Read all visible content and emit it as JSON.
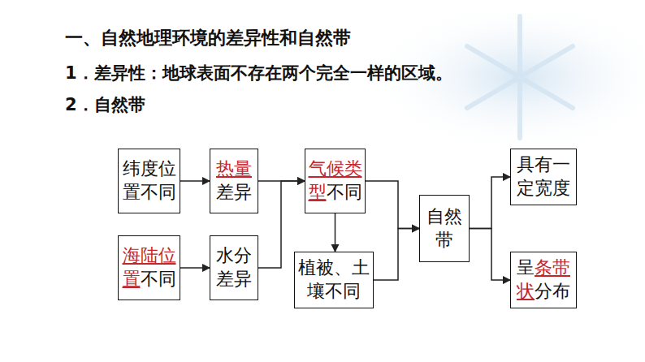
{
  "diagram": {
    "title": "一、自然地理环境的差异性和自然带",
    "nodes": [
      {
        "text": [
          "纬度位置不同"
        ]
      },
      {
        "text": [
          "热量",
          "差异"
        ]
      },
      {
        "text": [
          "气候类型",
          "不同"
        ]
      },
      {
        "text": [
          "海陆位置",
          "不同"
        ]
      },
      {
        "text": [
          "水分差异"
        ]
      },
      {
        "text": [
          "植被、土壤不同"
        ]
      },
      {
        "text": [
          "自然带"
        ]
      },
      {
        "text": [
          "具有一定宽度"
        ]
      },
      {
        "text": [
          "呈",
          "条带状",
          "分布"
        ]
      }
    ],
    "edges": [
      {
        "from": 0,
        "to": 1,
        "arrow": "to"
      },
      {
        "from": 1,
        "to": 2,
        "arrow": "to"
      },
      {
        "from": 3,
        "to": 4,
        "arrow": "to"
      },
      {
        "from": 4,
        "to": 2,
        "arrow": "to"
      },
      {
        "from": 2,
        "to": 5,
        "arrow": "to"
      },
      {
        "from": 2,
        "to": 6,
        "arrow": "to"
      },
      {
        "from": 5,
        "to": 6,
        "arrow": "to"
      },
      {
        "from": 6,
        "to": 7,
        "arrow": "to"
      },
      {
        "from": 6,
        "to": 8,
        "arrow": "to"
      }
    ],
    "labels": [
      "1．差异性：地球表面不存在两个完全一样的区域。",
      "2．自然带"
    ]
  }
}
